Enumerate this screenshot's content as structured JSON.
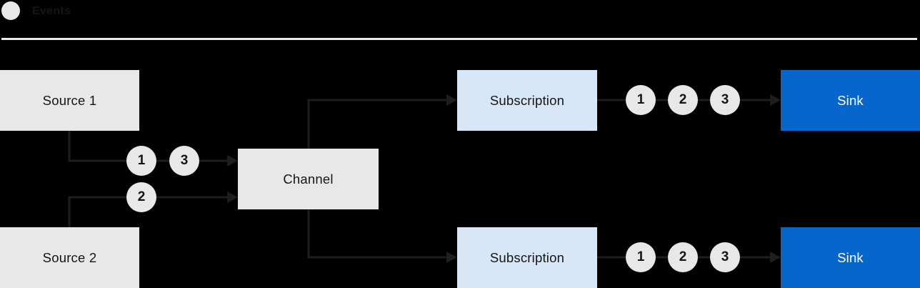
{
  "colors": {
    "background": "#000000",
    "box_gray": "#e8e8e8",
    "box_blue_light": "#d7e7f8",
    "box_blue": "#0666cc",
    "line": "#1e1e1e",
    "text_dark": "#151515",
    "text_light": "#ffffff",
    "separator": "#eaeae8"
  },
  "legend": {
    "label": "Events"
  },
  "nodes": {
    "source1": {
      "label": "Source 1"
    },
    "source2": {
      "label": "Source 2"
    },
    "channel": {
      "label": "Channel"
    },
    "subscription_top": {
      "label": "Subscription"
    },
    "subscription_bottom": {
      "label": "Subscription"
    },
    "sink_top": {
      "label": "Sink"
    },
    "sink_bottom": {
      "label": "Sink"
    }
  },
  "events": {
    "source1_to_channel": [
      "1",
      "3"
    ],
    "source2_to_channel": [
      "2"
    ],
    "subscription_top_to_sink": [
      "1",
      "2",
      "3"
    ],
    "subscription_bottom_to_sink": [
      "1",
      "2",
      "3"
    ]
  }
}
